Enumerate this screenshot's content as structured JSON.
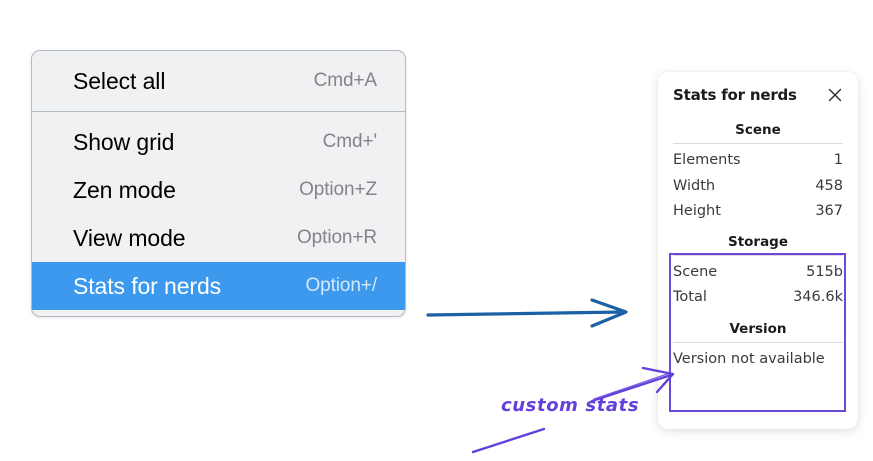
{
  "menu": {
    "groups": [
      {
        "items": [
          {
            "label": "Select all",
            "shortcut": "Cmd+A",
            "selected": false
          }
        ]
      },
      {
        "items": [
          {
            "label": "Show grid",
            "shortcut": "Cmd+'",
            "selected": false
          },
          {
            "label": "Zen mode",
            "shortcut": "Option+Z",
            "selected": false
          },
          {
            "label": "View mode",
            "shortcut": "Option+R",
            "selected": false
          },
          {
            "label": "Stats for nerds",
            "shortcut": "Option+/",
            "selected": true
          }
        ]
      }
    ],
    "highlight_color": "#3d99ed"
  },
  "stats_panel": {
    "title": "Stats for nerds",
    "close_icon": "close-icon",
    "sections": [
      {
        "heading": "Scene",
        "rows": [
          {
            "key": "Elements",
            "value": "1"
          },
          {
            "key": "Width",
            "value": "458"
          },
          {
            "key": "Height",
            "value": "367"
          }
        ]
      },
      {
        "heading": "Storage",
        "rows": [
          {
            "key": "Scene",
            "value": "515b"
          },
          {
            "key": "Total",
            "value": "346.6k"
          }
        ]
      },
      {
        "heading": "Version",
        "full_text": "Version not available"
      }
    ]
  },
  "annotations": {
    "custom_stats_label": "custom stats",
    "arrow_blue_color": "#1c61a6",
    "arrow_purple_color": "#6340dc",
    "box_color": "#6c48d9"
  }
}
